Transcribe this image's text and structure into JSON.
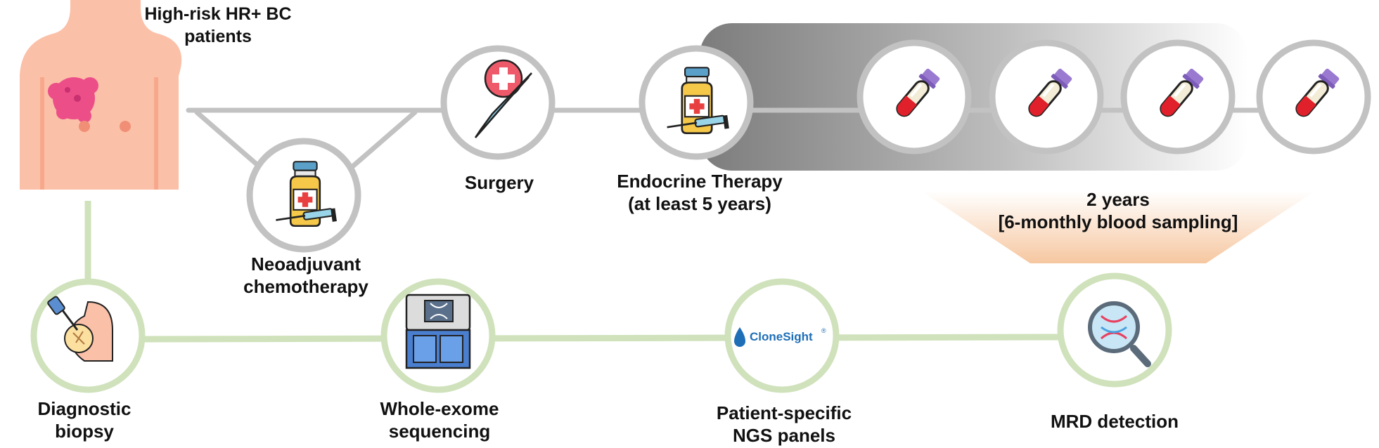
{
  "labels": {
    "patients": [
      "High-risk HR+ BC",
      "patients"
    ],
    "neoadjuvant": [
      "Neoadjuvant",
      "chemotherapy"
    ],
    "surgery": [
      "Surgery"
    ],
    "endocrine": [
      "Endocrine Therapy",
      "(at least 5 years)"
    ],
    "sampling": [
      "2 years",
      "[6-monthly blood sampling]"
    ],
    "biopsy": [
      "Diagnostic",
      "biopsy"
    ],
    "wes": [
      "Whole-exome",
      "sequencing"
    ],
    "ngs": [
      "Patient-specific",
      "NGS panels"
    ],
    "mrd": [
      "MRD detection"
    ]
  },
  "brand": {
    "name": "CloneSight",
    "mark": "®"
  },
  "colors": {
    "top_track": "#c2c2c2",
    "bottom_track": "#cfe2bb",
    "sampling_band": "#f6c7a0",
    "blood": "#e0202a",
    "cap": "#9a7ad0",
    "brand_blue": "#1f6fb7"
  },
  "icons": {
    "patient": "torso-with-tumor-icon",
    "neoadjuvant": "vial-and-syringe-icon",
    "surgery": "scalpel-with-medical-cross-icon",
    "endocrine": "vial-and-syringe-icon",
    "blood": "blood-tube-icon",
    "biopsy": "breast-biopsy-needle-icon",
    "wes": "dna-sequencer-icon",
    "ngs": "clonesight-logo",
    "mrd": "magnified-dna-icon"
  }
}
